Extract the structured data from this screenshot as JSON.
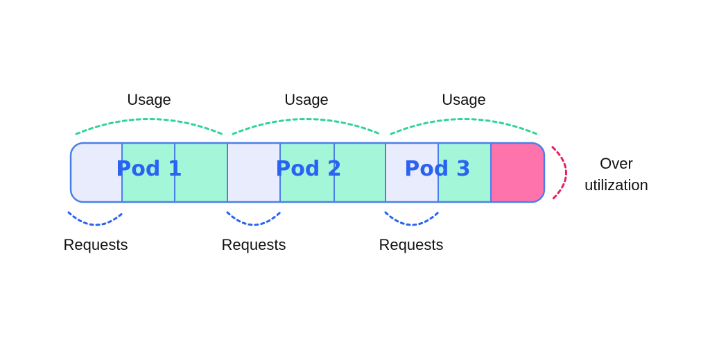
{
  "pods": [
    {
      "name": "Pod 1",
      "usage_label": "Usage",
      "requests_label": "Requests"
    },
    {
      "name": "Pod 2",
      "usage_label": "Usage",
      "requests_label": "Requests"
    },
    {
      "name": "Pod 3",
      "usage_label": "Usage",
      "requests_label": "Requests"
    }
  ],
  "over_utilization": {
    "line1": "Over",
    "line2": "utilization"
  },
  "colors": {
    "requests_fill": "#e9ecfc",
    "usage_fill": "#a4f6d9",
    "over_fill": "#ff73ad",
    "border": "#4a7fe6",
    "pod_text": "#2b62f2",
    "usage_brace": "#2fd49a",
    "requests_brace": "#2b62f2",
    "over_brace": "#e81e63"
  }
}
